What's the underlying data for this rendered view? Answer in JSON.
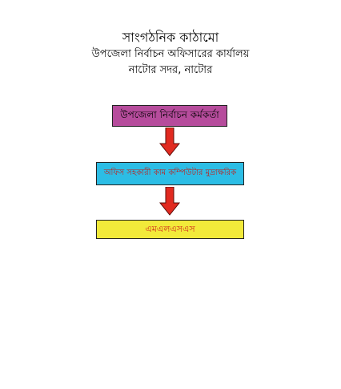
{
  "header": {
    "title": "সাংগঠনিক কাঠামো",
    "office": "উপজেলা নির্বাচন অফিসারের কার্যালয়",
    "location": "নাটোর সদর, নাটোর"
  },
  "chart": {
    "nodes": [
      {
        "label": "উপজেলা নির্বাচন কর্মকর্তা",
        "fill": "#b64c9c",
        "text_color": "#000000"
      },
      {
        "label": "অফিস সহকারী কাম কম্পিউটার মুদ্রাক্ষরিক",
        "fill": "#2cbde5",
        "text_color": "#c0201c"
      },
      {
        "label": "এমএলএসএস",
        "fill": "#f2ea3a",
        "text_color": "#d12a1e"
      }
    ],
    "arrow_color": "#e12a20"
  }
}
